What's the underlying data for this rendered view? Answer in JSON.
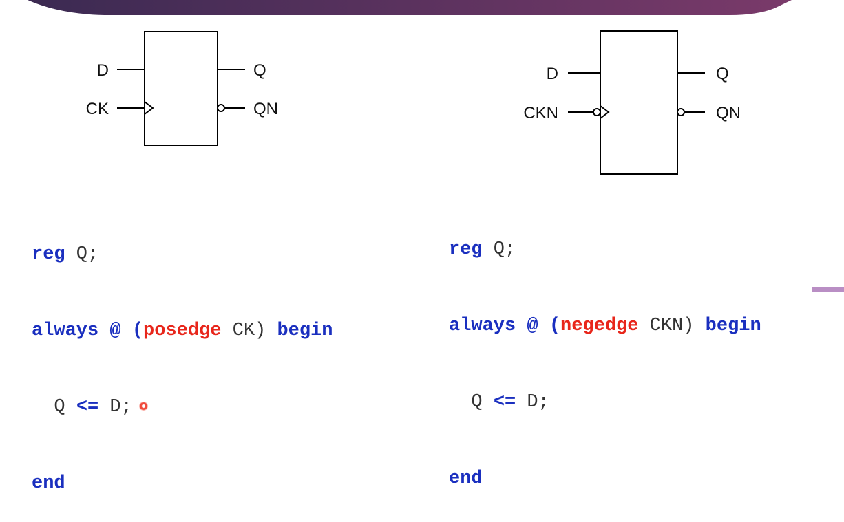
{
  "colors": {
    "banner_start": "#3b2a52",
    "banner_end": "#7a3a6a",
    "keyword": "#1a2fbf",
    "edge_keyword": "#e8261b",
    "pointer": "#f04a3b"
  },
  "left_ff": {
    "pins": {
      "d": "D",
      "ck": "CK",
      "q": "Q",
      "qn": "QN"
    },
    "code": {
      "l1_kw": "reg",
      "l1_rest": " Q;",
      "l2_kw1": "always",
      "l2_at": " @ (",
      "l2_edge": "posedge",
      "l2_sig": " CK)",
      "l2_kw2": " begin",
      "l3_lhs": "  Q ",
      "l3_op": "<=",
      "l3_rhs": " D;",
      "l4_kw": "end"
    }
  },
  "right_ff": {
    "pins": {
      "d": "D",
      "ck": "CKN",
      "q": "Q",
      "qn": "QN"
    },
    "code": {
      "l1_kw": "reg",
      "l1_rest": " Q;",
      "l2_kw1": "always",
      "l2_at": " @ (",
      "l2_edge": "negedge",
      "l2_sig": " CKN)",
      "l2_kw2": " begin",
      "l3_lhs": "  Q ",
      "l3_op": "<=",
      "l3_rhs": " D;",
      "l4_kw": "end"
    }
  }
}
